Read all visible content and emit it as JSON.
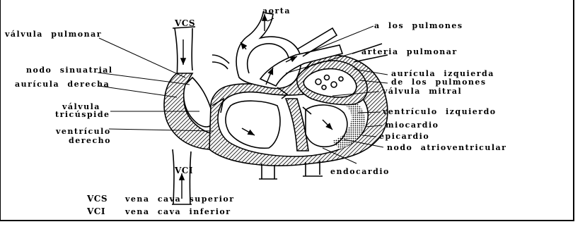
{
  "labels": {
    "aorta": "aorta",
    "vcs_top": "VCS",
    "valvula_pulmonar": "válvula pulmonar",
    "a_los_pulmones": "a los pulmones",
    "arteria_pulmonar": "arteria pulmonar",
    "nodo_sinuatrial": "nodo sinuatrial",
    "auricula_derecha": "aurícula derecha",
    "auricula_izquierda": "aurícula izquierda",
    "de_los_pulmones": "de los pulmones",
    "valvula_mitral": "válvula mitral",
    "valvula": "válvula",
    "tricuspide": "tricúspide",
    "ventriculo_izquierdo": "ventrículo izquierdo",
    "miocardio": "miocardio",
    "ventriculo": "ventrículo",
    "derecho": "derecho",
    "epicardio": "epicardio",
    "nodo_atrioventricular": "nodo atrioventricular",
    "vci_bottom": "VCI",
    "endocardio": "endocardio"
  },
  "legend": [
    {
      "abbr": "VCS",
      "meaning": "vena cava superior"
    },
    {
      "abbr": "VCI",
      "meaning": "vena cava inferior"
    }
  ]
}
